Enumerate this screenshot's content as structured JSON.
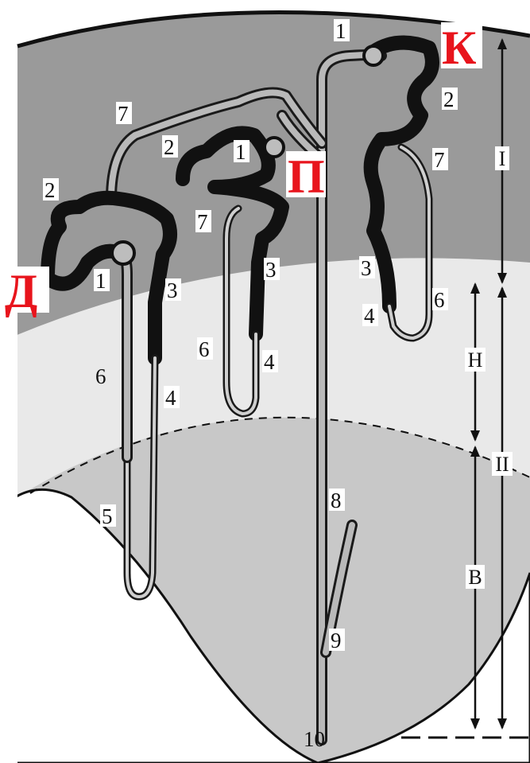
{
  "segment_labels": {
    "d_1": "1",
    "d_2": "2",
    "d_3": "3",
    "d_4": "4",
    "d_5": "5",
    "d_6": "6",
    "d_7": "7",
    "p_1": "1",
    "p_2": "2",
    "p_3": "3",
    "p_4": "4",
    "p_6": "6",
    "p_7": "7",
    "k_1": "1",
    "k_2": "2",
    "k_3": "3",
    "k_4": "4",
    "k_6": "6",
    "k_7": "7",
    "duct_8": "8",
    "duct_9": "9",
    "duct_10": "10"
  },
  "nephron_letters": {
    "d": "Д",
    "p": "П",
    "k": "К"
  },
  "zone_labels": {
    "cortex": "I",
    "medulla": "II",
    "outer_medulla": "Н",
    "inner_medulla": "В"
  },
  "colors": {
    "cortex": "#9a9a9a",
    "outer_medulla": "#e9e9e9",
    "inner_medulla": "#c8c8c8",
    "pelvis": "#ffffff",
    "letters": "#e8141c"
  }
}
